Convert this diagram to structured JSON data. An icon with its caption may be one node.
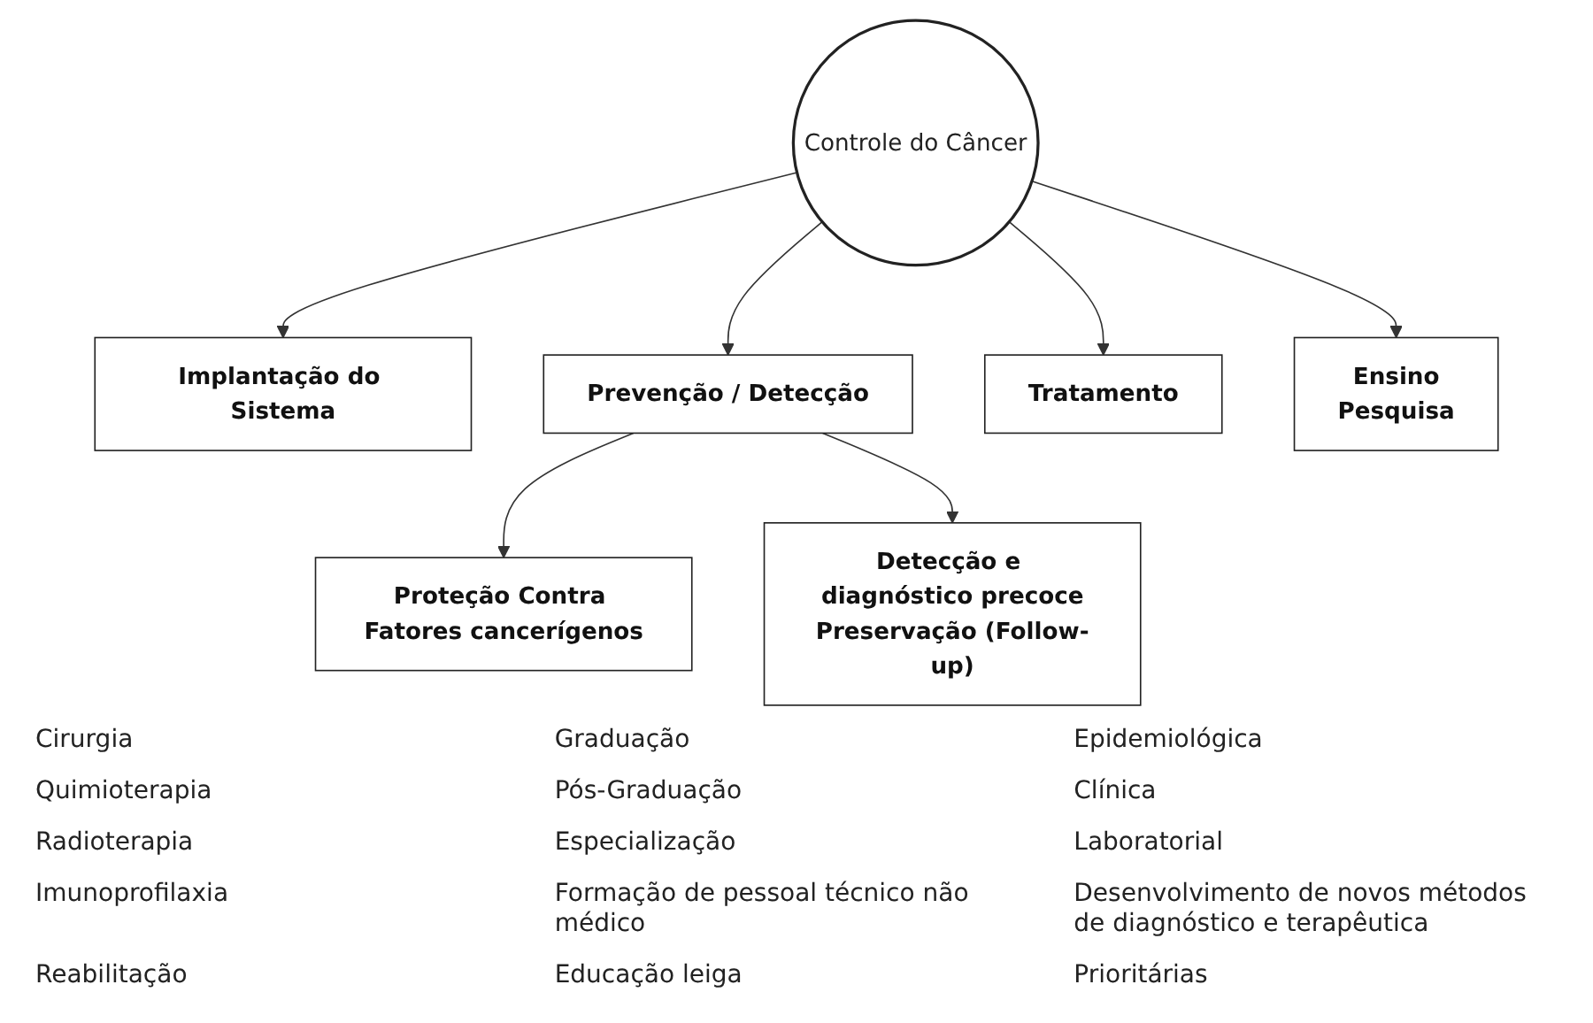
{
  "diagram": {
    "nodes": [
      {
        "text": [
          "Controle do Câncer"
        ]
      },
      {
        "text": [
          "Implantação do Sistema"
        ]
      },
      {
        "text": [
          "Prevenção / Detecção"
        ]
      },
      {
        "text": [
          "Proteção Contra Fatores cancerígenos"
        ]
      },
      {
        "text": [
          "Detecção e diagnóstico precoce",
          "Preservação (Follow-up)"
        ]
      },
      {
        "text": [
          "Tratamento"
        ]
      },
      {
        "text": [
          "Ensino",
          "Pesquisa"
        ]
      }
    ],
    "edges": [
      {
        "from": 0,
        "to": 1,
        "arrow": "to"
      },
      {
        "from": 0,
        "to": 2,
        "arrow": "to"
      },
      {
        "from": 0,
        "to": 5,
        "arrow": "to"
      },
      {
        "from": 0,
        "to": 6,
        "arrow": "to"
      },
      {
        "from": 2,
        "to": 3,
        "arrow": "to"
      },
      {
        "from": 2,
        "to": 4,
        "arrow": "to"
      }
    ],
    "labels": [
      "Cirurgia",
      "Quimioterapia",
      "Radioterapia",
      "Imunoprofilaxia",
      "Reabilitação",
      "Graduação",
      "Pós-Graduação",
      "Especialização",
      "Formação de pessoal técnico não médico",
      "Educação leiga",
      "Epidemiológica",
      "Clínica",
      "Laboratorial",
      "Desenvolvimento de novos métodos de diagnóstico e terapêutica",
      "Prioritárias"
    ]
  }
}
